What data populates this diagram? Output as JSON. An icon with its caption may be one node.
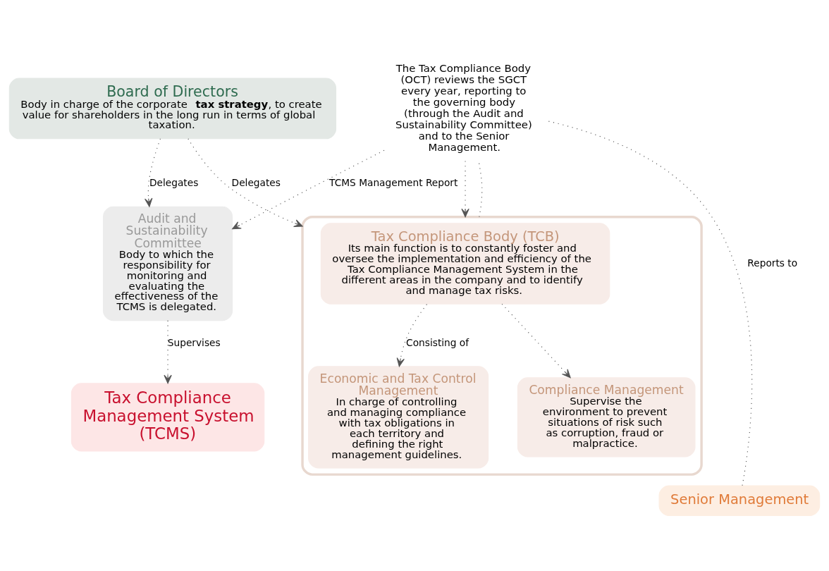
{
  "diagram": {
    "nodes": [
      {
        "text": [
          "Board of Directors",
          "Body in charge of the corporate **tax strategy**, to create value for shareholders in the long run in terms of global taxation."
        ]
      },
      {
        "text": [],
        "shape": "box"
      },
      {
        "text": [
          "Tax Compliance Body (TCB)",
          "Its main function is to constantly foster and oversee the implementation and efficiency of the Tax Compliance Management System in the different areas in the company and to identify and manage tax risks."
        ],
        "in": 1
      },
      {
        "text": [
          "Economic and Tax Control Management",
          "In charge of controlling and managing compliance with tax obligations in each territory and defining the right management guidelines."
        ],
        "in": 1
      },
      {
        "text": [
          "Compliance Management",
          "Supervise the environment to prevent situations of risk such as corruption, fraud or malpractice."
        ],
        "in": 1
      },
      {
        "text": [
          "Tax Compliance Management System (TCMS)"
        ]
      },
      {
        "text": [
          "Audit and Sustainability Committee",
          "Body to which the responsibility for monitoring and evaluating the effectiveness of the TCMS is delegated."
        ]
      },
      {
        "text": [
          "The Tax Compliance Body (OCT) reviews the SGCT every year, reporting to the governing body (through the Audit and Sustainability Committee) and to the Senior Management."
        ]
      },
      {
        "text": [
          "Senior Management"
        ]
      }
    ],
    "edges": [
      {
        "from": 0,
        "to": 1,
        "arrow": "to",
        "label": "Delegates"
      },
      {
        "from": 0,
        "to": 6,
        "arrow": "to",
        "label": "Delegates"
      },
      {
        "from": 6,
        "to": 5,
        "arrow": "to",
        "label": "Supervises"
      },
      {
        "from": 2,
        "to": 3,
        "arrow": "to",
        "label": "Consisting of"
      },
      {
        "from": 2,
        "to": 4,
        "arrow": "to"
      },
      {
        "from": 1,
        "to": 7,
        "arrow": "none"
      },
      {
        "from": 7,
        "to": 6,
        "arrow": "to",
        "label": "TCMS Management Report"
      },
      {
        "from": 8,
        "to": 7,
        "arrow": "none",
        "label": "Reports to"
      },
      {
        "from": 7,
        "to": 1,
        "arrow": "to"
      }
    ]
  }
}
